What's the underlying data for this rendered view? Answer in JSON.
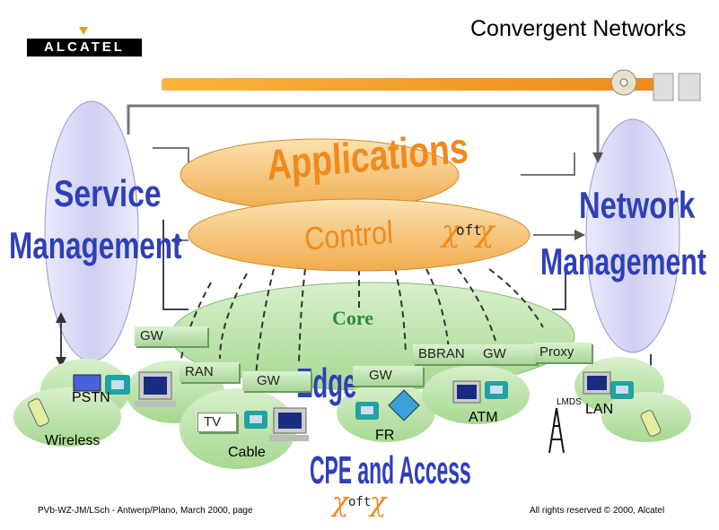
{
  "slide": {
    "title": "Convergent Networks"
  },
  "logo": {
    "text": "ALCATEL"
  },
  "layers": {
    "applications": "Applications",
    "control": "Control",
    "core": "Core",
    "edge": "Edge",
    "cpe_access": "CPE and Access"
  },
  "side_labels": {
    "service_management": [
      "Service",
      "Management"
    ],
    "network_management": [
      "Network",
      "Management"
    ]
  },
  "softx": {
    "chi": "χ",
    "oft": "oft"
  },
  "network_labels": {
    "gw_left": "GW",
    "ran": "RAN",
    "gw_mid": "GW",
    "gw_edge": "GW",
    "bbran": "BBRAN",
    "gw_right": "GW",
    "proxy": "Proxy",
    "pstn": "PSTN",
    "wireless": "Wireless",
    "tv": "TV",
    "cable": "Cable",
    "fr": "FR",
    "atm": "ATM",
    "lmds": "LMDS",
    "lan": "LAN"
  },
  "footer": {
    "left": "PVb-WZ-JM/LSch - Antwerp/Plano, March 2000, page",
    "right": "All rights reserved © 2000, Alcatel"
  },
  "colors": {
    "orange_bar": "#f5a21e",
    "ellipse_blue": "#cfd0f2",
    "app_orange": "#f3b35a",
    "core_green": "#b9e3a5",
    "label_blue": "#2f3fb8"
  }
}
